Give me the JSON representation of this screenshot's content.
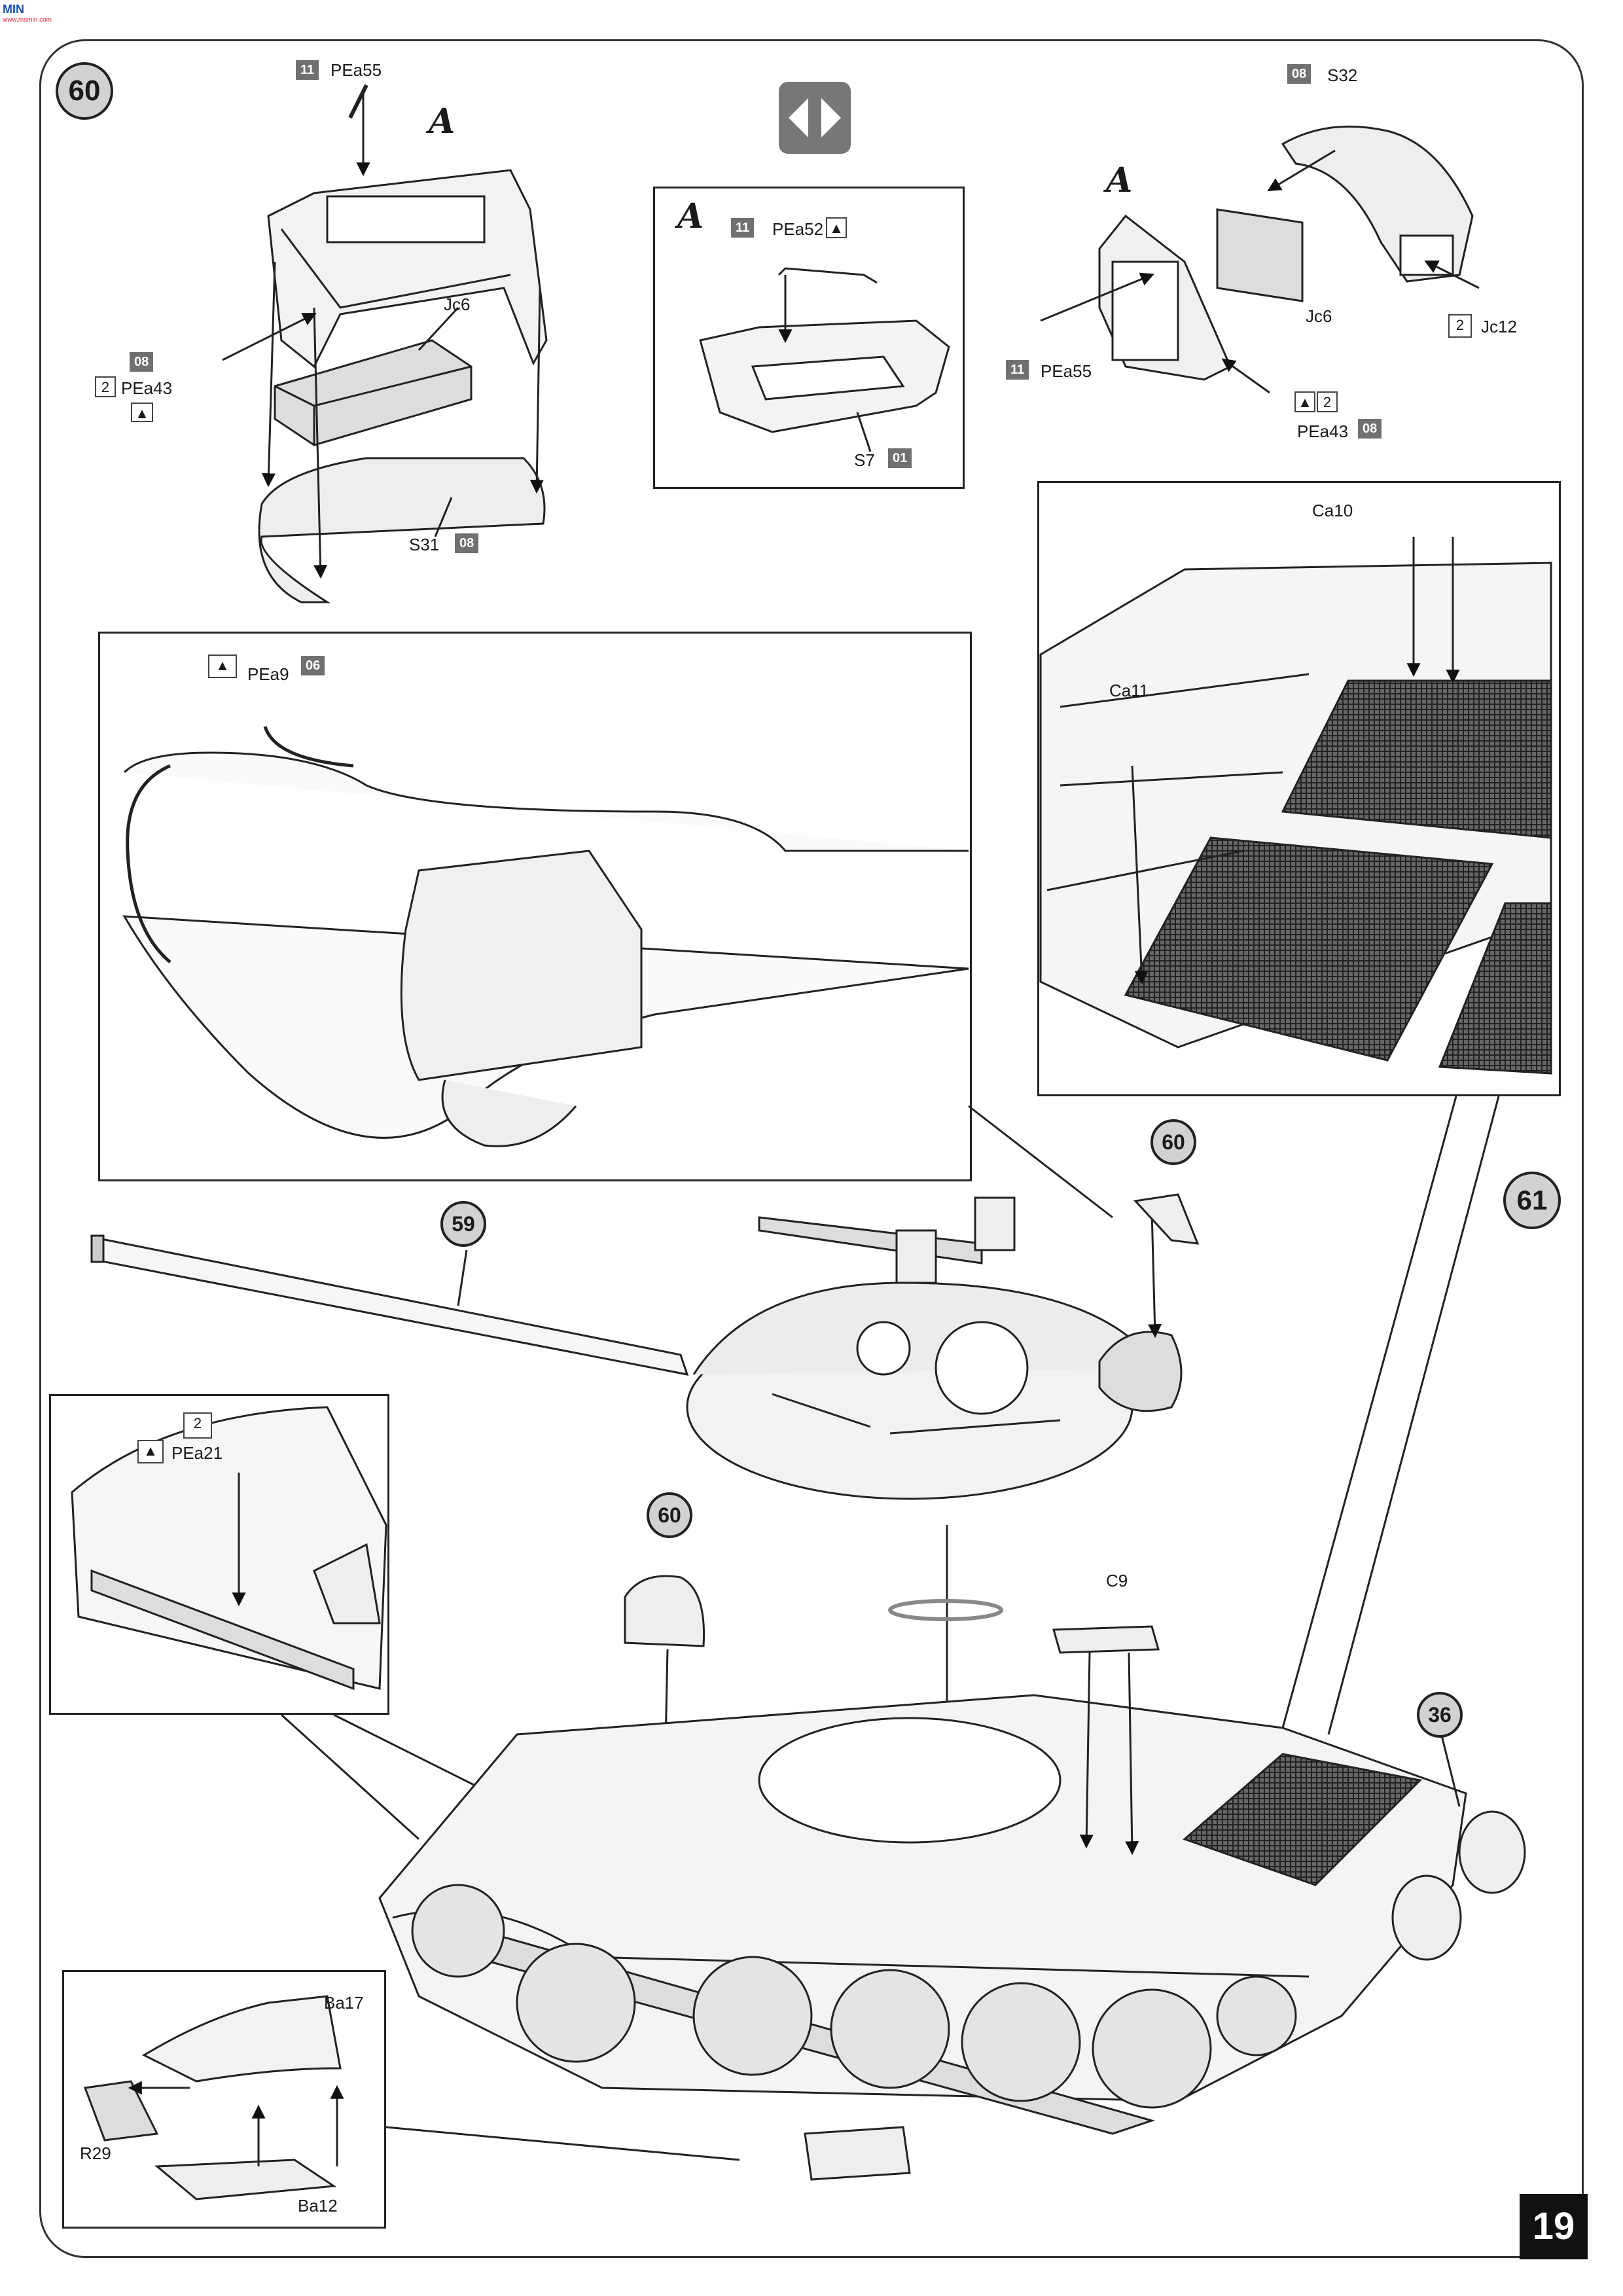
{
  "page": {
    "number": "19"
  },
  "logo": {
    "text": "MIN",
    "sub": "www.msmin.com"
  },
  "steps": {
    "s60": "60",
    "s61": "61",
    "s59": "59",
    "s60b": "60",
    "s60c": "60",
    "s36": "36"
  },
  "insets": {
    "a_main": "A",
    "a_detail": "A",
    "a_right": "A"
  },
  "parts": {
    "pea55_top": "PEa55",
    "tag11_top": "11",
    "jc6_left": "Jc6",
    "pea43_left": "PEa43",
    "tag08_left": "08",
    "num2_left": "2",
    "s31": "S31",
    "tag08_s31": "08",
    "pea52": "PEa52",
    "tag11_pea52": "11",
    "s7": "S7",
    "tag01_s7": "01",
    "s32": "S32",
    "tag08_s32": "08",
    "jc6_right": "Jc6",
    "jc12": "Jc12",
    "num2_jc12": "2",
    "pea55_right": "PEa55",
    "tag11_right": "11",
    "pea43_right": "PEa43",
    "tag08_right": "08",
    "num2_right": "2",
    "ca10": "Ca10",
    "ca11": "Ca11",
    "pea9": "PEa9",
    "tag06_pea9": "06",
    "pea21": "PEa21",
    "num2_pea21": "2",
    "c9": "C9",
    "ba17": "Ba17",
    "r29": "R29",
    "ba12": "Ba12"
  }
}
